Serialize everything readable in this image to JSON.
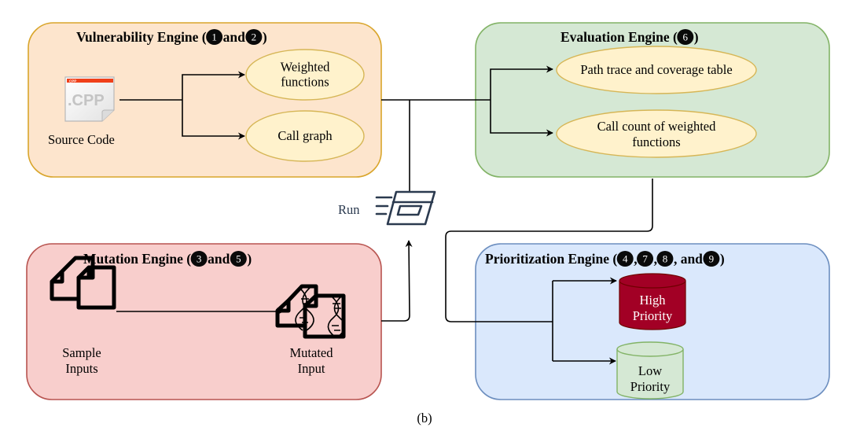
{
  "figure": {
    "caption": "(b)"
  },
  "colors": {
    "vulnerability_fill": "#fde5cd",
    "vulnerability_stroke": "#d9a52b",
    "evaluation_fill": "#d5e8d4",
    "evaluation_stroke": "#82b366",
    "mutation_fill": "#f8cecc",
    "mutation_stroke": "#b85450",
    "prioritization_fill": "#dae8fc",
    "prioritization_stroke": "#6c8ebf",
    "ellipse_fill": "#fff2cc",
    "ellipse_stroke": "#d6b656",
    "high_priority_fill": "#a20025",
    "low_priority_fill": "#d5e8d4",
    "low_priority_stroke": "#82b366",
    "badge": "#0a0a0a",
    "run_icon": "#2b3a4f"
  },
  "engines": {
    "vulnerability": {
      "title_prefix": "Vulnerability Engine (",
      "badges": [
        "1",
        "2"
      ],
      "joiner": "and",
      "title_suffix": ")",
      "source_icon_label": ".CPP",
      "source_icon_tab": "CPP",
      "source_label": "Source Code",
      "outputs": [
        {
          "lines": [
            "Weighted",
            "functions"
          ]
        },
        {
          "lines": [
            "Call graph"
          ]
        }
      ]
    },
    "evaluation": {
      "title_prefix": "Evaluation Engine (",
      "badges": [
        "6"
      ],
      "title_suffix": ")",
      "outputs": [
        {
          "lines": [
            "Path trace and coverage table"
          ]
        },
        {
          "lines": [
            "Call count of weighted",
            "functions"
          ]
        }
      ]
    },
    "mutation": {
      "title_prefix": "Mutation Engine  (",
      "badges": [
        "3",
        "5"
      ],
      "joiner": "and",
      "title_suffix": ")",
      "input_label": [
        "Sample",
        "Inputs"
      ],
      "output_label": [
        "Mutated",
        "Input"
      ]
    },
    "prioritization": {
      "title_prefix": "Prioritization Engine (",
      "badges": [
        "4",
        "7",
        "8",
        "9"
      ],
      "separators": [
        ",",
        ",",
        ", and"
      ],
      "title_suffix": ")",
      "queues": [
        {
          "lines": [
            "High",
            "Priority"
          ]
        },
        {
          "lines": [
            "Low",
            "Priority"
          ]
        }
      ]
    }
  },
  "run": {
    "label": "Run",
    "icon": "run-window-icon"
  }
}
